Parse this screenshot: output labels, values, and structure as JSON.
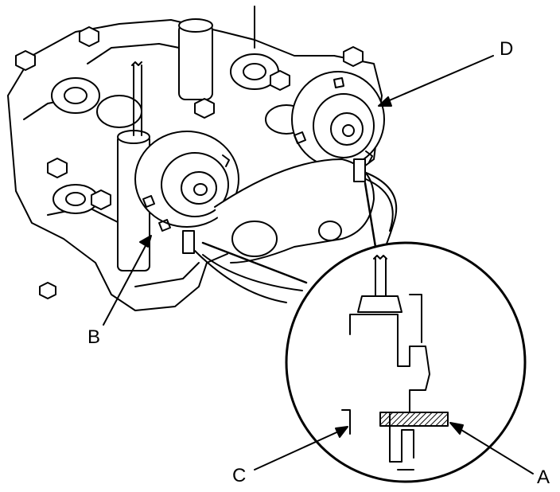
{
  "callouts": {
    "a": "A",
    "b": "B",
    "c": "C",
    "d": "D"
  },
  "colors": {
    "ink": "#000000",
    "paper": "#ffffff",
    "hatch": "#555555"
  }
}
